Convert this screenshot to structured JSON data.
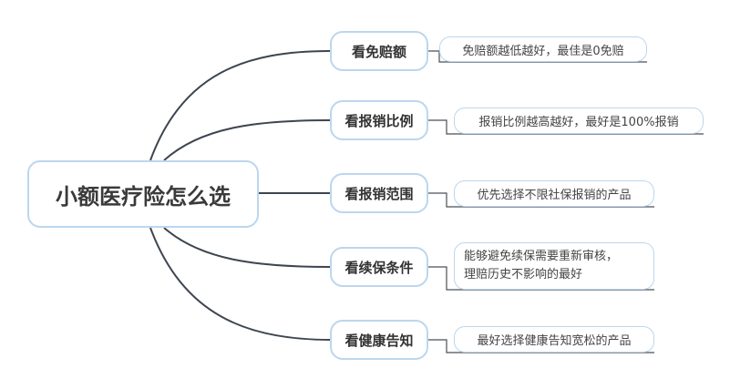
{
  "mindmap": {
    "root": "小额医疗险怎么选",
    "branches": [
      {
        "label": "看免赔额",
        "details": [
          "免赔额越低越好，最佳是0免赔"
        ]
      },
      {
        "label": "看报销比例",
        "details": [
          "报销比例越高越好，最好是100%报销"
        ]
      },
      {
        "label": "看报销范围",
        "details": [
          "优先选择不限社保报销的产品"
        ]
      },
      {
        "label": "看续保条件",
        "details": [
          "能够避免续保需要重新审核，",
          "理赔历史不影响的最好"
        ]
      },
      {
        "label": "看健康告知",
        "details": [
          "最好选择健康告知宽松的产品"
        ]
      }
    ]
  },
  "colors": {
    "border": "#bcd6ee",
    "connector": "#3d4550",
    "underline": "#4a4f57"
  }
}
